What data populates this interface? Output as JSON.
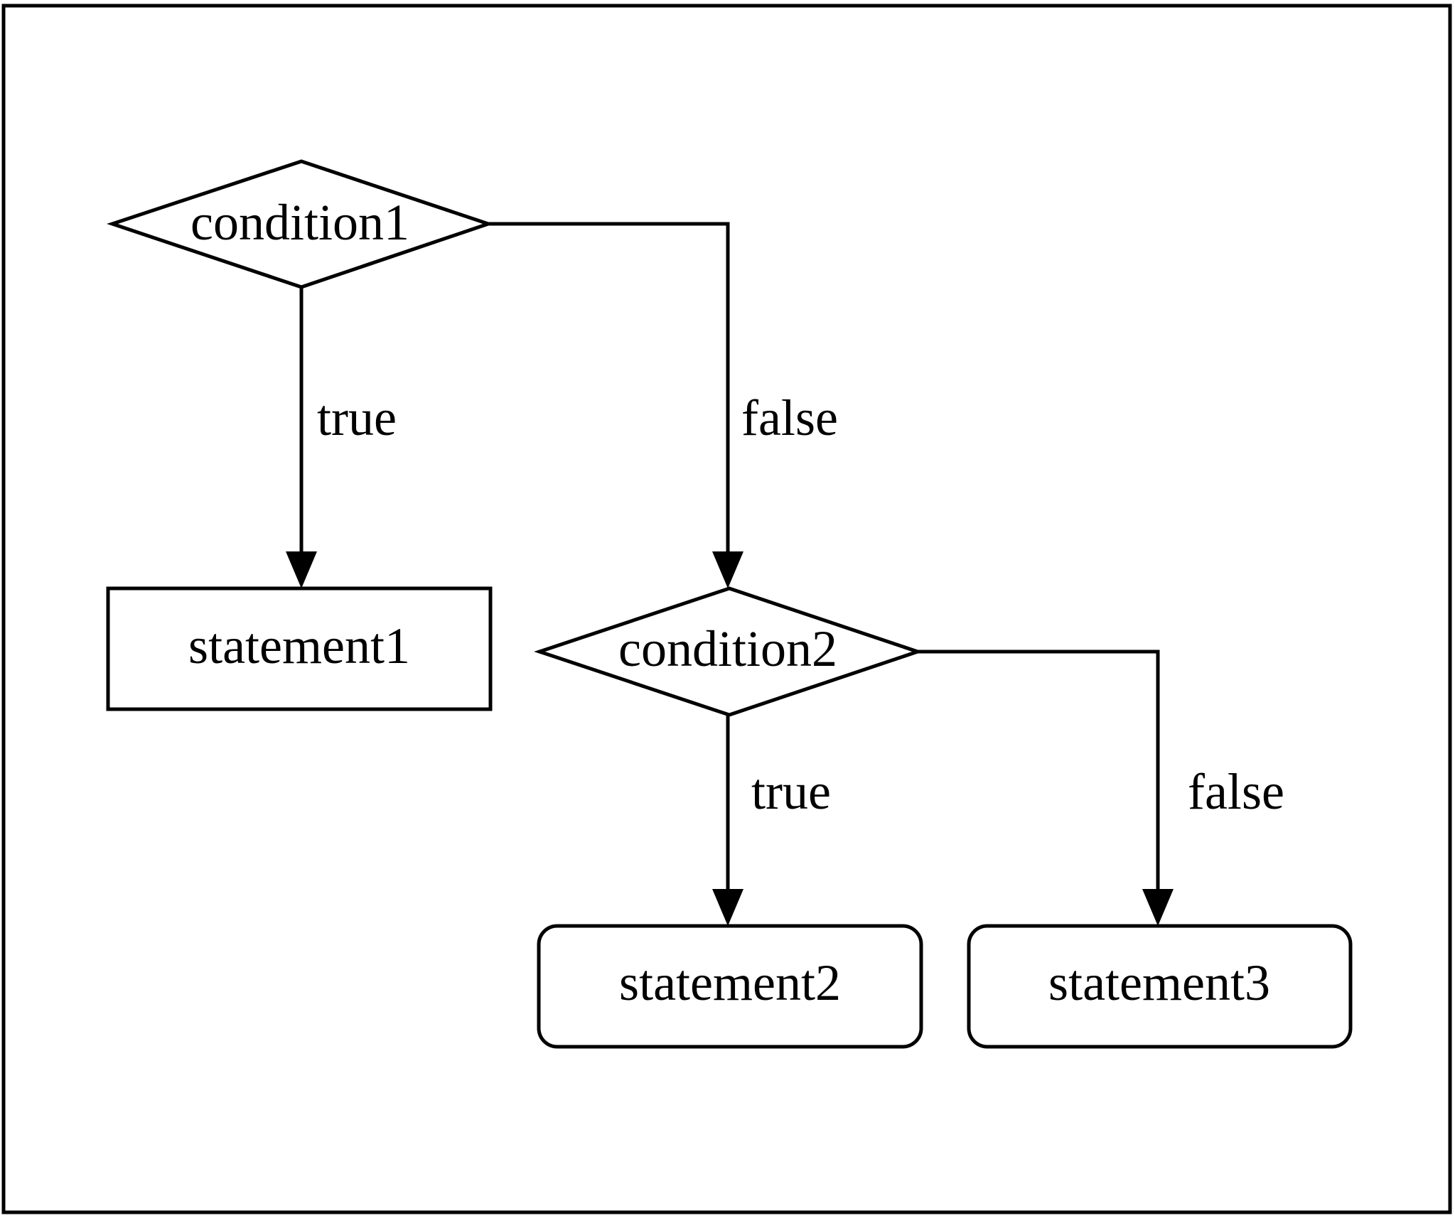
{
  "colors": {
    "stroke": "#000000",
    "background": "#ffffff"
  },
  "nodes": {
    "condition1": {
      "label": "condition1",
      "shape": "diamond"
    },
    "statement1": {
      "label": "statement1",
      "shape": "rectangle"
    },
    "condition2": {
      "label": "condition2",
      "shape": "diamond"
    },
    "statement2": {
      "label": "statement2",
      "shape": "rounded-rectangle"
    },
    "statement3": {
      "label": "statement3",
      "shape": "rounded-rectangle"
    }
  },
  "edges": {
    "c1_true": {
      "from": "condition1",
      "to": "statement1",
      "label": "true"
    },
    "c1_false": {
      "from": "condition1",
      "to": "condition2",
      "label": "false"
    },
    "c2_true": {
      "from": "condition2",
      "to": "statement2",
      "label": "true"
    },
    "c2_false": {
      "from": "condition2",
      "to": "statement3",
      "label": "false"
    }
  }
}
